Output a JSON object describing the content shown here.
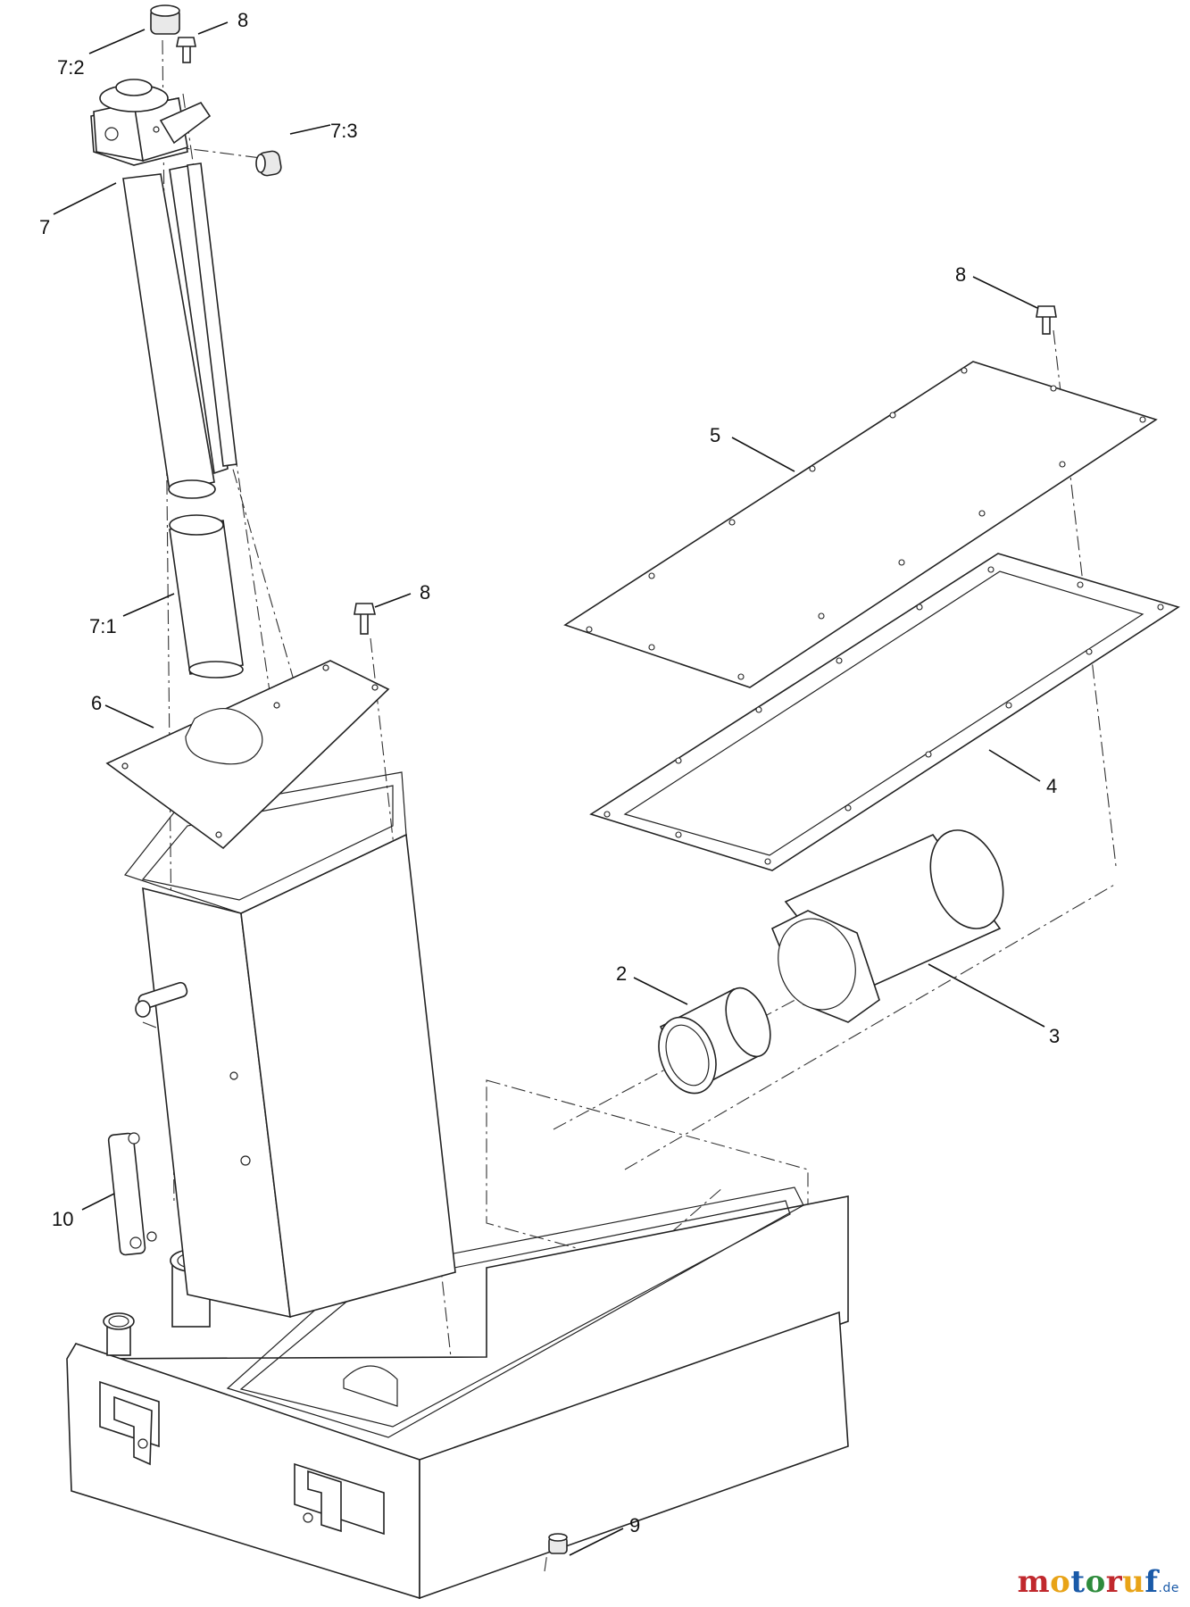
{
  "callouts": {
    "c7_2": "7:2",
    "c8_top": "8",
    "c7_3": "7:3",
    "c7": "7",
    "c8_right": "8",
    "c5": "5",
    "c8_mid": "8",
    "c7_1": "7:1",
    "c6": "6",
    "c4": "4",
    "c2": "2",
    "c3": "3",
    "c10": "10",
    "c9": "9"
  },
  "watermark": {
    "letters": [
      "m",
      "o",
      "t",
      "o",
      "r",
      "u",
      "f"
    ],
    "colors": [
      "#c0282d",
      "#e8a317",
      "#1a5aa8",
      "#2e8b3c",
      "#c0282d",
      "#e8a317",
      "#1a5aa8"
    ],
    "suffix": ".de"
  }
}
